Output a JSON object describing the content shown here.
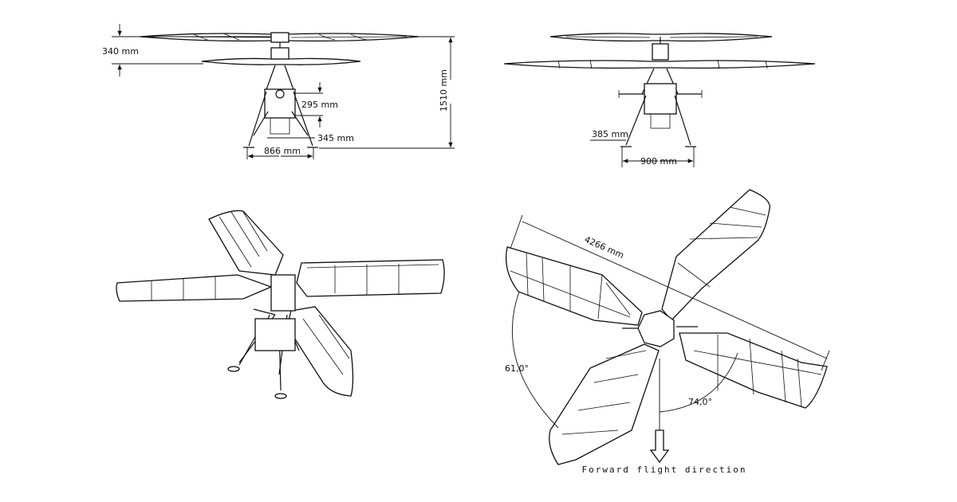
{
  "front_view": {
    "rotor_spacing": "340 mm",
    "total_height": "1510 mm",
    "body_height": "295 mm",
    "body_width": "345 mm",
    "leg_span": "866 mm"
  },
  "side_view": {
    "offset": "385 mm",
    "leg_span": "900 mm"
  },
  "top_view": {
    "rotor_diameter": "4266 mm",
    "angle_left": "61,0°",
    "angle_right": "74,0°",
    "direction_label": "Forward flight direction"
  }
}
